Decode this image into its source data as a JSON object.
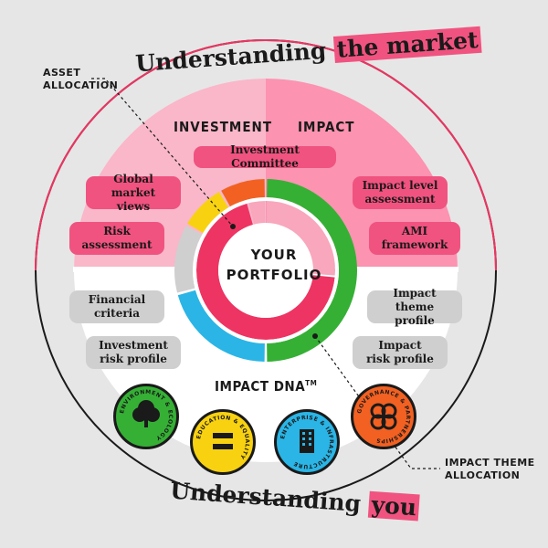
{
  "title_top": {
    "prefix": "Understanding",
    "highlight": "the market"
  },
  "title_bottom": {
    "prefix": "Understanding",
    "highlight": "you"
  },
  "labels": {
    "asset_allocation": "ASSET\nALLOCATION",
    "impact_theme_allocation": "IMPACT THEME\nALLOCATION"
  },
  "headers": {
    "investment": "INVESTMENT",
    "impact": "IMPACT"
  },
  "center": "YOUR\nPORTFOLIO",
  "committee": "Investment Committee",
  "left_market": [
    {
      "text": "Global\nmarket views"
    },
    {
      "text": "Risk\nassessment"
    }
  ],
  "right_market": [
    {
      "text": "Impact level\nassessment"
    },
    {
      "text": "AMI\nframework"
    }
  ],
  "left_you": [
    {
      "text": "Financial\ncriteria"
    },
    {
      "text": "Investment\nrisk profile"
    }
  ],
  "right_you": [
    {
      "text": "Impact\ntheme profile"
    },
    {
      "text": "Impact\nrisk profile"
    }
  ],
  "impact_dna": {
    "label": "IMPACT DNA",
    "mark": "TM"
  },
  "badges": [
    {
      "text": "ENVIRONMENT & ECOLOGY",
      "color": "#35b035",
      "icon": "tree-icon"
    },
    {
      "text": "EDUCATION & EQUALITY",
      "color": "#f8d210",
      "icon": "equals-icon"
    },
    {
      "text": "ENTERPRISE & INFRASTRUCTURE",
      "color": "#2ab5e6",
      "icon": "building-icon"
    },
    {
      "text": "GOVERNANCE & PARTNERSHIPS",
      "color": "#f26122",
      "icon": "knot-icon"
    }
  ],
  "colors": {
    "pink_light": "#f9b7c9",
    "pink_mid": "#fb93b1",
    "pink_strong": "#f0537f",
    "red_ring": "#ee3462",
    "green": "#35b035",
    "blue": "#2ab5e6",
    "yellow": "#f8d210",
    "orange": "#f26122",
    "grey": "#cfcfcf"
  }
}
